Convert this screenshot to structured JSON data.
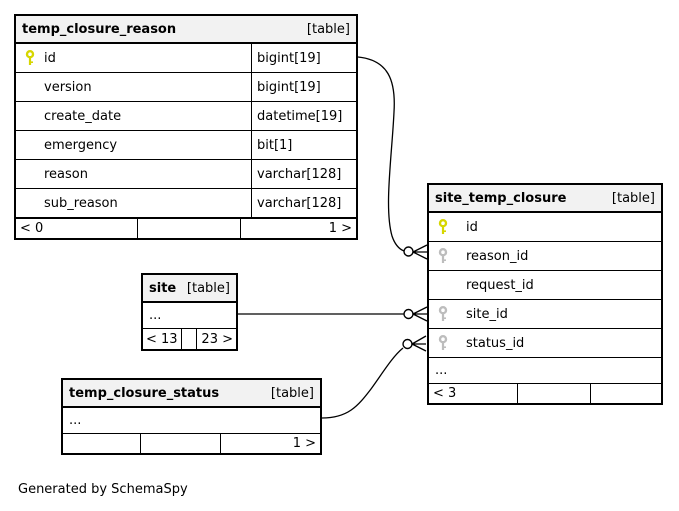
{
  "footer_note": "Generated by SchemaSpy",
  "tables": {
    "temp_closure_reason": {
      "title": "temp_closure_reason",
      "badge": "[table]",
      "columns": [
        {
          "name": "id",
          "type": "bigint[19]",
          "key": "primary"
        },
        {
          "name": "version",
          "type": "bigint[19]",
          "key": "none"
        },
        {
          "name": "create_date",
          "type": "datetime[19]",
          "key": "none"
        },
        {
          "name": "emergency",
          "type": "bit[1]",
          "key": "none"
        },
        {
          "name": "reason",
          "type": "varchar[128]",
          "key": "none"
        },
        {
          "name": "sub_reason",
          "type": "varchar[128]",
          "key": "none"
        }
      ],
      "degrees": {
        "left": "< 0",
        "mid": "",
        "right": "1 >"
      }
    },
    "site_temp_closure": {
      "title": "site_temp_closure",
      "badge": "[table]",
      "columns": [
        {
          "name": "id",
          "key": "primary"
        },
        {
          "name": "reason_id",
          "key": "foreign"
        },
        {
          "name": "request_id",
          "key": "none"
        },
        {
          "name": "site_id",
          "key": "foreign"
        },
        {
          "name": "status_id",
          "key": "foreign"
        }
      ],
      "ellipsis": "...",
      "degrees": {
        "left": "< 3",
        "mid": "",
        "right": ""
      }
    },
    "site": {
      "title": "site",
      "badge": "[table]",
      "ellipsis": "...",
      "degrees": {
        "left": "< 13",
        "mid": "",
        "right": "23 >"
      }
    },
    "temp_closure_status": {
      "title": "temp_closure_status",
      "badge": "[table]",
      "ellipsis": "...",
      "degrees": {
        "left": "",
        "mid": "",
        "right": "1 >"
      }
    }
  },
  "relationships": [
    {
      "from": "temp_closure_reason.id",
      "to": "site_temp_closure.reason_id"
    },
    {
      "from": "site",
      "to": "site_temp_closure.site_id"
    },
    {
      "from": "temp_closure_status",
      "to": "site_temp_closure.status_id"
    }
  ],
  "colors": {
    "primary_key": "#d6d600",
    "foreign_key": "#bdbdbd",
    "header_bg": "#f2f2f2",
    "border": "#000000",
    "edge": "#000000"
  }
}
